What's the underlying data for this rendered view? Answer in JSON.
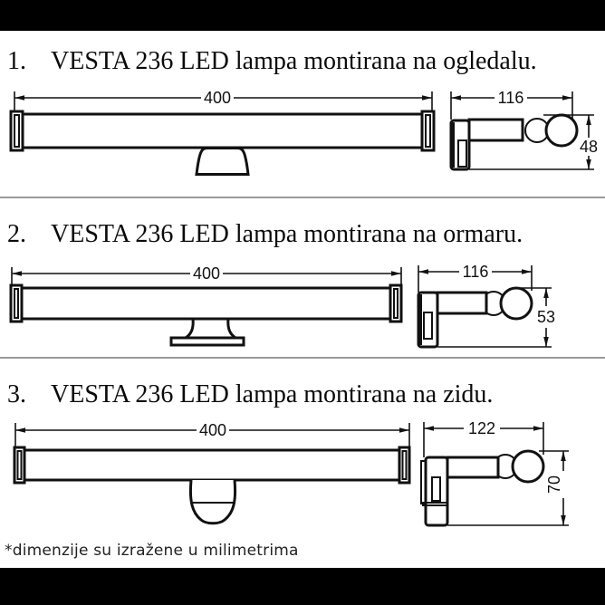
{
  "page": {
    "background": "#ffffff",
    "letterbox_color": "#000000",
    "line_color": "#111111",
    "divider_color": "#9a9a9a",
    "footer_note": "*dimenzije su izražene u milimetrima"
  },
  "sections": [
    {
      "number": "1.",
      "title": "VESTA 236 LED lampa montirana na ogledalu.",
      "dims": {
        "front_width": "400",
        "side_depth": "116",
        "side_height": "48"
      }
    },
    {
      "number": "2.",
      "title": "VESTA 236 LED lampa montirana na ormaru.",
      "dims": {
        "front_width": "400",
        "side_depth": "116",
        "side_height": "53"
      }
    },
    {
      "number": "3.",
      "title": "VESTA 236 LED lampa montirana na zidu.",
      "dims": {
        "front_width": "400",
        "side_depth": "122",
        "side_height": "70"
      }
    }
  ]
}
